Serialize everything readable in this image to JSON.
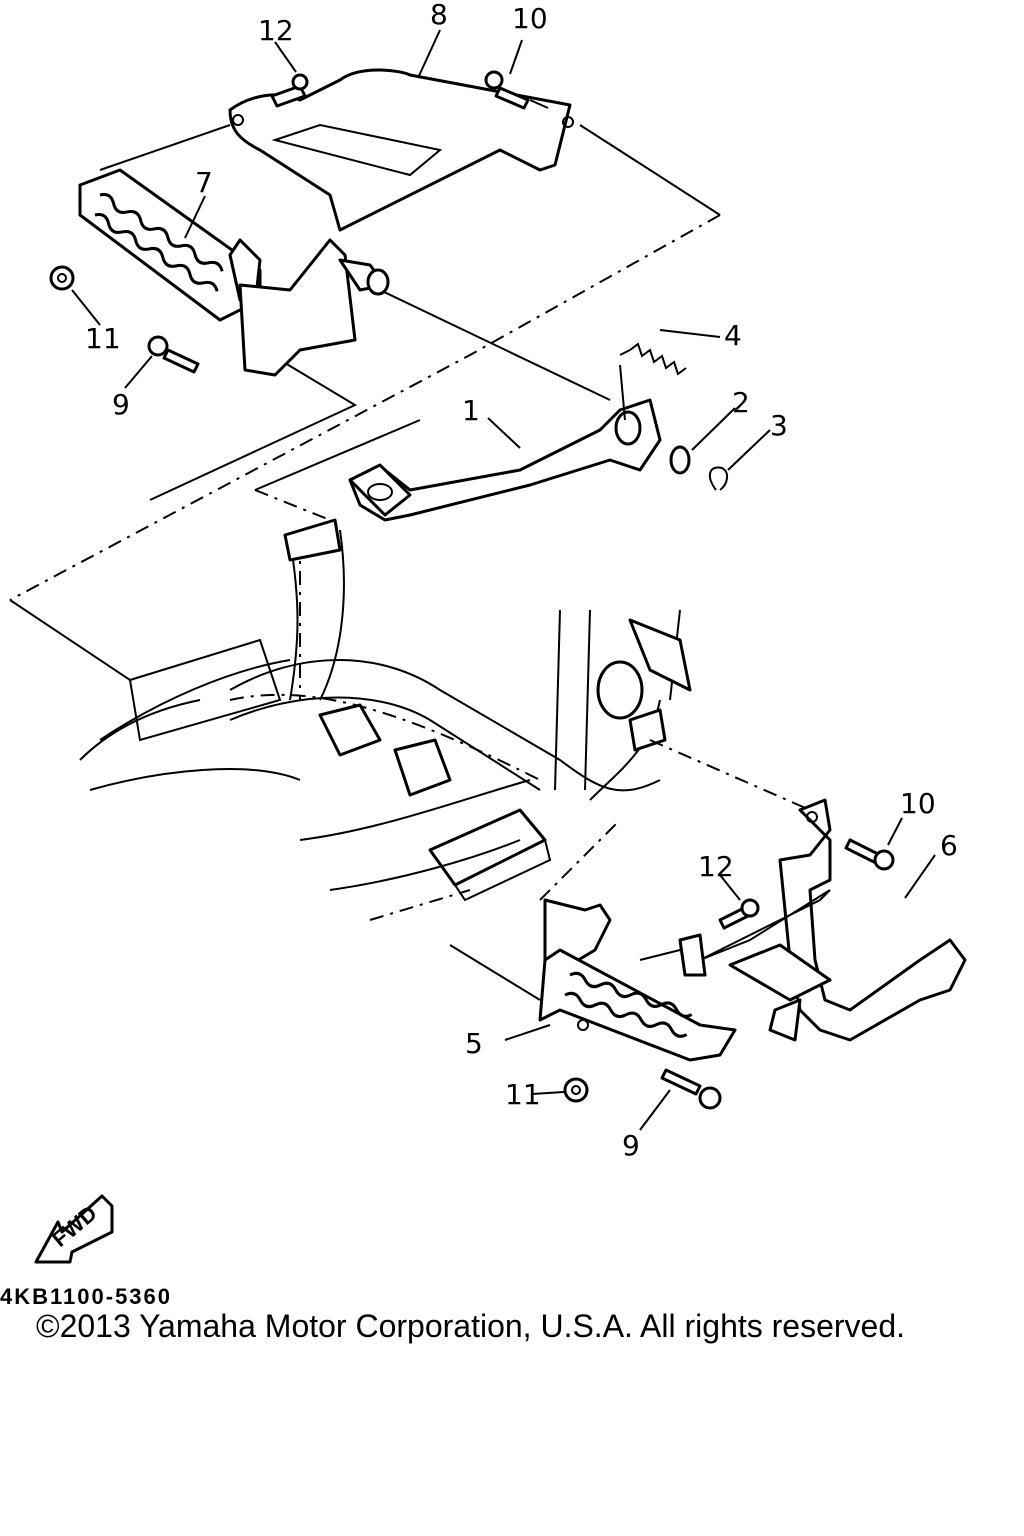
{
  "diagram": {
    "callouts": {
      "c1": "1",
      "c2": "2",
      "c3": "3",
      "c4": "4",
      "c5": "5",
      "c6": "6",
      "c7": "7",
      "c8": "8",
      "c9a": "9",
      "c9b": "9",
      "c10a": "10",
      "c10b": "10",
      "c11a": "11",
      "c11b": "11",
      "c12a": "12",
      "c12b": "12"
    },
    "fwd_label": "FWD"
  },
  "footer": {
    "part_code": "4KB1100-5360",
    "copyright": "©2013 Yamaha Motor Corporation, U.S.A. All rights reserved."
  }
}
